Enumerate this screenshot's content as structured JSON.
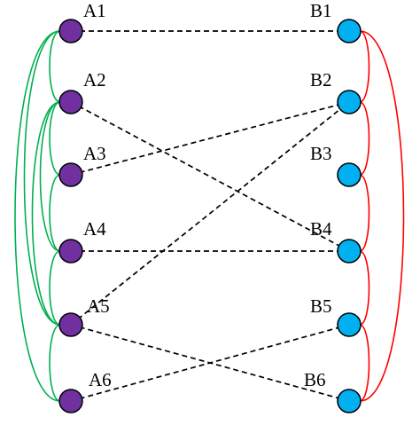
{
  "left_nodes": [
    {
      "id": "A1",
      "label": "A1"
    },
    {
      "id": "A2",
      "label": "A2"
    },
    {
      "id": "A3",
      "label": "A3"
    },
    {
      "id": "A4",
      "label": "A4"
    },
    {
      "id": "A5",
      "label": "A5"
    },
    {
      "id": "A6",
      "label": "A6"
    }
  ],
  "right_nodes": [
    {
      "id": "B1",
      "label": "B1"
    },
    {
      "id": "B2",
      "label": "B2"
    },
    {
      "id": "B3",
      "label": "B3"
    },
    {
      "id": "B4",
      "label": "B4"
    },
    {
      "id": "B5",
      "label": "B5"
    },
    {
      "id": "B6",
      "label": "B6"
    }
  ],
  "cross_links": [
    [
      "A1",
      "B1"
    ],
    [
      "A2",
      "B4"
    ],
    [
      "A3",
      "B2"
    ],
    [
      "A4",
      "B4"
    ],
    [
      "A5",
      "B2"
    ],
    [
      "A5",
      "B6"
    ],
    [
      "A6",
      "B5"
    ]
  ],
  "left_arcs": [
    [
      "A1",
      "A2"
    ],
    [
      "A2",
      "A3"
    ],
    [
      "A3",
      "A4"
    ],
    [
      "A4",
      "A5"
    ],
    [
      "A5",
      "A6"
    ],
    [
      "A2",
      "A5"
    ],
    [
      "A2",
      "A4"
    ],
    [
      "A1",
      "A5"
    ],
    [
      "A1",
      "A6"
    ]
  ],
  "right_arcs": [
    [
      "B1",
      "B2"
    ],
    [
      "B2",
      "B3"
    ],
    [
      "B3",
      "B4"
    ],
    [
      "B4",
      "B5"
    ],
    [
      "B5",
      "B6"
    ],
    [
      "B1",
      "B6"
    ]
  ],
  "colors": {
    "left_node_fill": "#7030a0",
    "right_node_fill": "#00b0f0",
    "node_stroke": "#000000",
    "left_arc": "#00b050",
    "right_arc": "#ff0000",
    "link": "#000000"
  }
}
